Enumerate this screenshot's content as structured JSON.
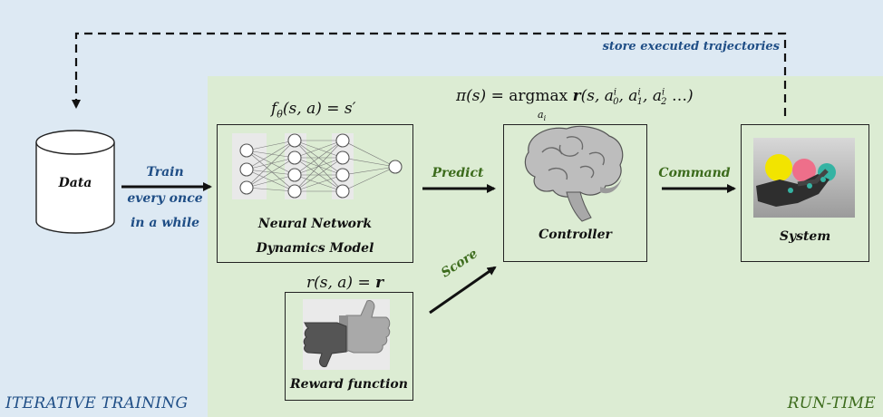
{
  "labels": {
    "data": "Data",
    "train_line1": "Train",
    "train_line2": "every once",
    "train_line3": "in a while",
    "store": "store executed trajectories",
    "nn_line1": "Neural Network",
    "nn_line2": "Dynamics Model",
    "predict": "Predict",
    "controller": "Controller",
    "command": "Command",
    "system": "System",
    "score": "Score",
    "reward": "Reward function",
    "iterative": "ITERATIVE TRAINING",
    "runtime": "RUN-TIME"
  },
  "formulas": {
    "dynamics": "fθ(s, a) = s′",
    "policy": "π(s) = argmax r(s, a0i, a1i, a2i …)",
    "policy_sub": "ai",
    "reward": "r(s, a) = r"
  },
  "colors": {
    "iterative_bg": "#dde9f3",
    "runtime_bg": "#dcecd3",
    "blue_text": "#1f4e86",
    "green_text": "#3c6b1c"
  }
}
